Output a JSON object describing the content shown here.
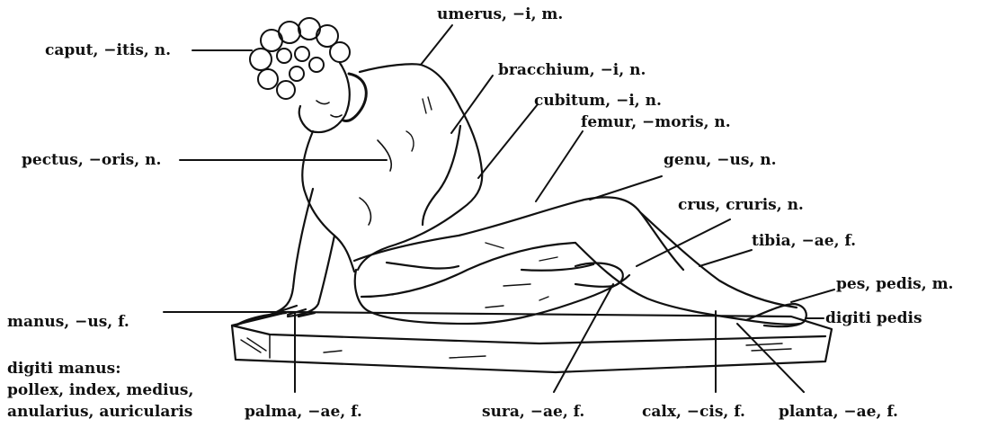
{
  "figure": {
    "labels": {
      "caput": "caput, −itis, n.",
      "umerus": "umerus, −i, m.",
      "bracchium": "bracchium, −i, n.",
      "cubitum": "cubitum, −i, n.",
      "femur": "femur, −moris, n.",
      "pectus": "pectus, −oris, n.",
      "genu": "genu, −us, n.",
      "crus": "crus, cruris, n.",
      "tibia": "tibia, −ae, f.",
      "pes": "pes, pedis, m.",
      "manus": "manus, −us, f.",
      "digiti_pedis": "digiti pedis",
      "digiti_manus_1": "digiti manus:",
      "digiti_manus_2": "pollex, index, medius,",
      "digiti_manus_3": "anularius, auricularis",
      "palma": "palma, −ae, f.",
      "sura": "sura, −ae, f.",
      "calx": "calx, −cis, f.",
      "planta": "planta, −ae, f."
    }
  }
}
